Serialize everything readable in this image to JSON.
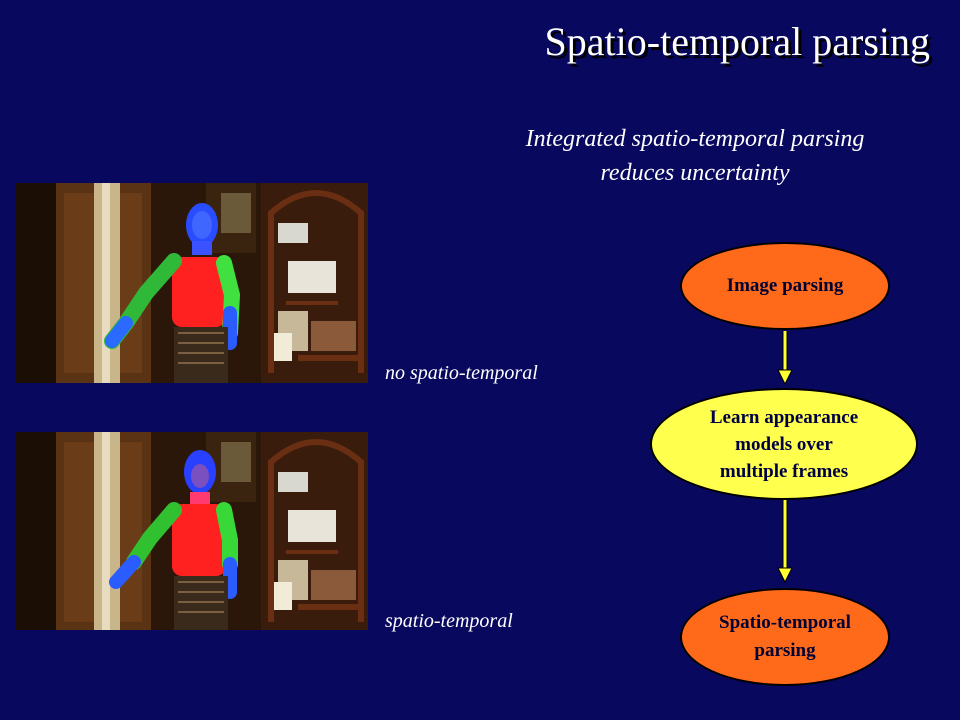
{
  "slide": {
    "title": "Spatio-temporal parsing",
    "subtitle_lines": [
      "Integrated spatio-temporal parsing",
      "reduces uncertainty"
    ]
  },
  "frames": [
    {
      "caption": "no spatio-temporal"
    },
    {
      "caption": "spatio-temporal"
    }
  ],
  "flow": {
    "nodes": [
      {
        "lines": [
          "Image parsing"
        ],
        "color": "#ff6a1a"
      },
      {
        "lines": [
          "Learn appearance",
          "models over",
          "multiple frames"
        ],
        "color": "#ffff4d"
      },
      {
        "lines": [
          "Spatio-temporal",
          "parsing"
        ],
        "color": "#ff6a1a"
      }
    ],
    "arrow_color": "#ffff33"
  },
  "colors": {
    "background": "#08085e",
    "text": "#ffffff"
  }
}
